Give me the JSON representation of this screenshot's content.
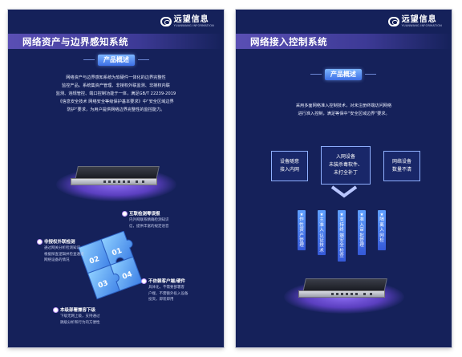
{
  "brand": {
    "name_cn": "远望信息",
    "name_en": "YUANWANG INFORMATION",
    "accent": "#3d6fe6",
    "background": "#15215a"
  },
  "left_poster": {
    "title": "网络资产与边界感知系统",
    "section_label": "产品概述",
    "intro_lines": [
      "网络资产与边界感知系统为软硬件一体化的边界完整性",
      "监控产品。系统集资产管理、非授权外联监测、非授权内联",
      "监测、违规管控、端口控制功能于一体，满足GB/T 22239-2019",
      "《信息安全技术 网络安全等级保护基本要求》中“安全区域边界",
      "防护”要求，为用户提供网络边界完整性的监控能力。"
    ],
    "puzzle_numbers": [
      "01",
      "02",
      "03",
      "04"
    ],
    "features": [
      {
        "title": "互联检测零误报",
        "desc": [
          "内外网联系精确检测知识",
          "信，提供丰富的规定语音"
        ]
      },
      {
        "title": "非授权外联检测",
        "desc": [
          "通过网关分析检测知识",
          "根据探查逻辑并检查通道",
          "网络设备的情况"
        ]
      },
      {
        "title": "不依赖客户端/硬件",
        "desc": [
          "具体化，不需要部署客",
          "户端，不需额外投入设备",
          "投资，即装即用"
        ]
      },
      {
        "title": "本级部署兼容下级",
        "desc": [
          "下级无网上级，支持通过",
          "跳级分析和行为的方便性"
        ]
      }
    ]
  },
  "right_poster": {
    "title": "网络接入控制系统",
    "section_label": "产品概述",
    "intro_lines": [
      "采用多面网络准入控制技术，对未注册终端访问网络",
      "进行准入控制，满足等保中“安全区域边界”要求。"
    ],
    "flow_boxes": [
      {
        "lines": [
          "设备随意",
          "接入内网"
        ]
      },
      {
        "lines": [
          "入网设备",
          "未装杀毒软件、",
          "未打全补丁"
        ]
      },
      {
        "lines": [
          "网络设备",
          "数量不清"
        ]
      }
    ],
    "columns": [
      "★作性资产管理",
      "★主准入认证技术",
      "★支持终端安全检查",
      "★准入审批管理",
      "★隔离入网检"
    ]
  }
}
